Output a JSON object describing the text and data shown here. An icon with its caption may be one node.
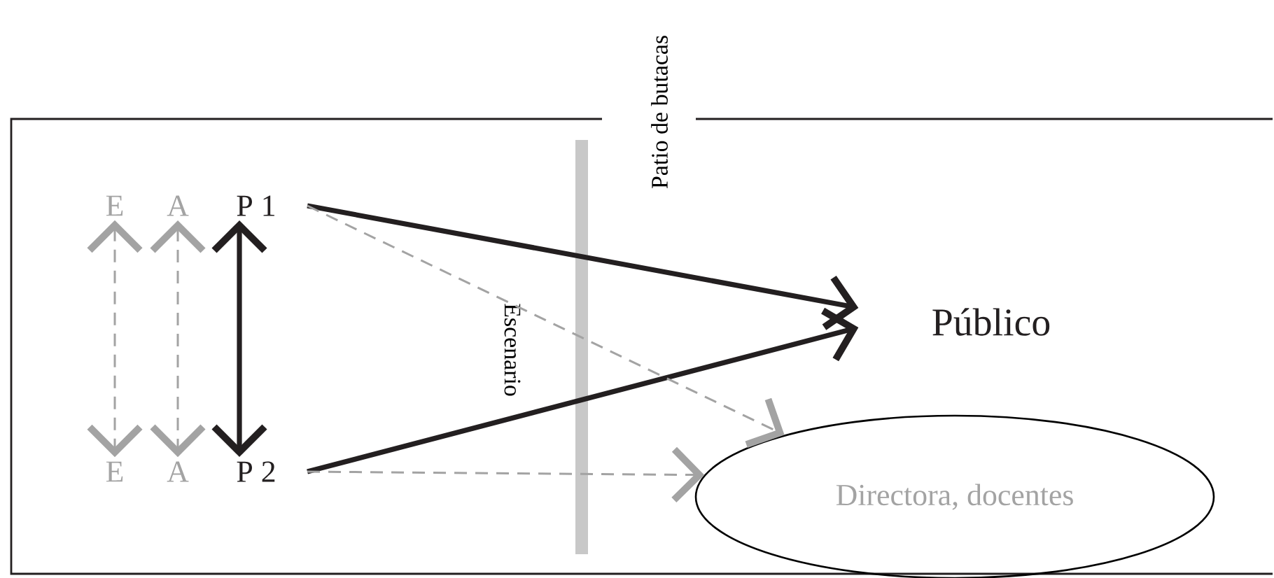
{
  "diagram": {
    "nodes": [
      {
        "text": [
          "E"
        ]
      },
      {
        "text": [
          "A"
        ]
      },
      {
        "text": [
          "P 1"
        ]
      },
      {
        "text": [
          "E"
        ]
      },
      {
        "text": [
          "A"
        ]
      },
      {
        "text": [
          "P 2"
        ]
      },
      {
        "text": [
          "Público"
        ]
      },
      {
        "text": [
          "Directora, docentes"
        ]
      }
    ],
    "edges": [
      {
        "from": 0,
        "to": 3,
        "arrow": "both",
        "style": "dashed"
      },
      {
        "from": 1,
        "to": 4,
        "arrow": "both",
        "style": "dashed"
      },
      {
        "from": 2,
        "to": 5,
        "arrow": "both",
        "style": "thick",
        "color": "#231f20"
      },
      {
        "from": 2,
        "to": 6,
        "arrow": "to",
        "style": "thick",
        "color": "#231f20"
      },
      {
        "from": 5,
        "to": 6,
        "arrow": "to",
        "style": "thick",
        "color": "#231f20"
      },
      {
        "from": 2,
        "to": 7,
        "arrow": "to",
        "style": "dashed"
      },
      {
        "from": 5,
        "to": 7,
        "arrow": "to",
        "style": "dashed"
      }
    ],
    "labels": [
      "Escenario",
      "Patio de butacas"
    ]
  }
}
